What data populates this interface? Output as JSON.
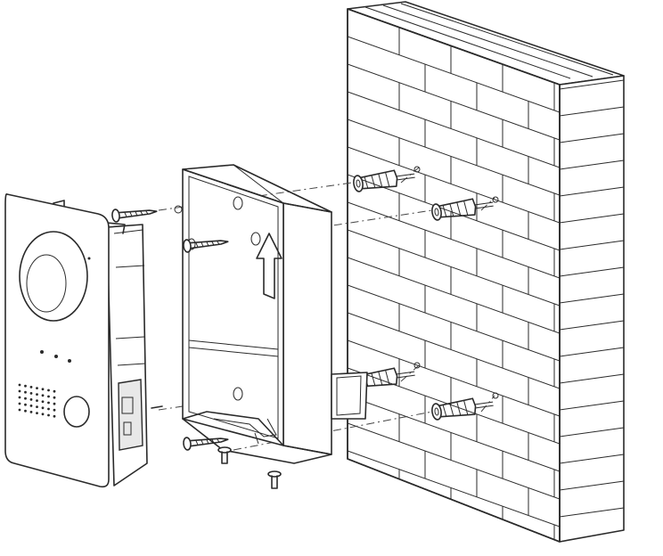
{
  "diagram": {
    "components": [
      "door-station",
      "surface-mount-box",
      "wall-plugs",
      "mounting-screws",
      "brick-wall"
    ],
    "colors": {
      "line": "#2a2a2a",
      "background": "#ffffff",
      "fill_light": "#e8e8e8"
    }
  }
}
